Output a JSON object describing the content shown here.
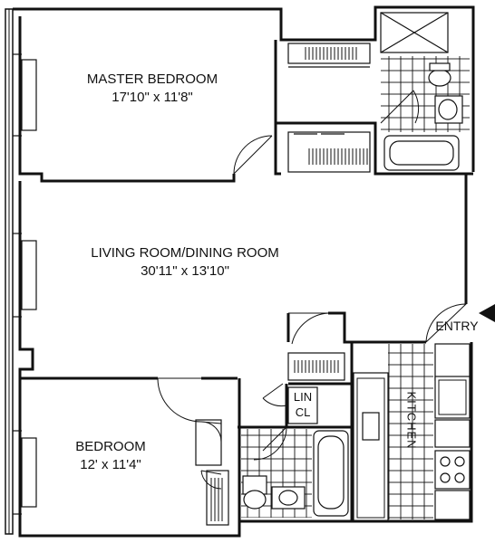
{
  "rooms": {
    "master_bedroom": {
      "name": "MASTER BEDROOM",
      "size": "17'10\" x 11'8\""
    },
    "living_room": {
      "name": "LIVING ROOM/DINING ROOM",
      "size": "30'11\" x 13'10\""
    },
    "bedroom": {
      "name": "BEDROOM",
      "size": "12' x 11'4\""
    },
    "kitchen": {
      "name": "KITCHEN"
    },
    "linen_closet": {
      "line1": "LIN",
      "line2": "CL"
    }
  },
  "entry": {
    "label": "ENTRY"
  }
}
